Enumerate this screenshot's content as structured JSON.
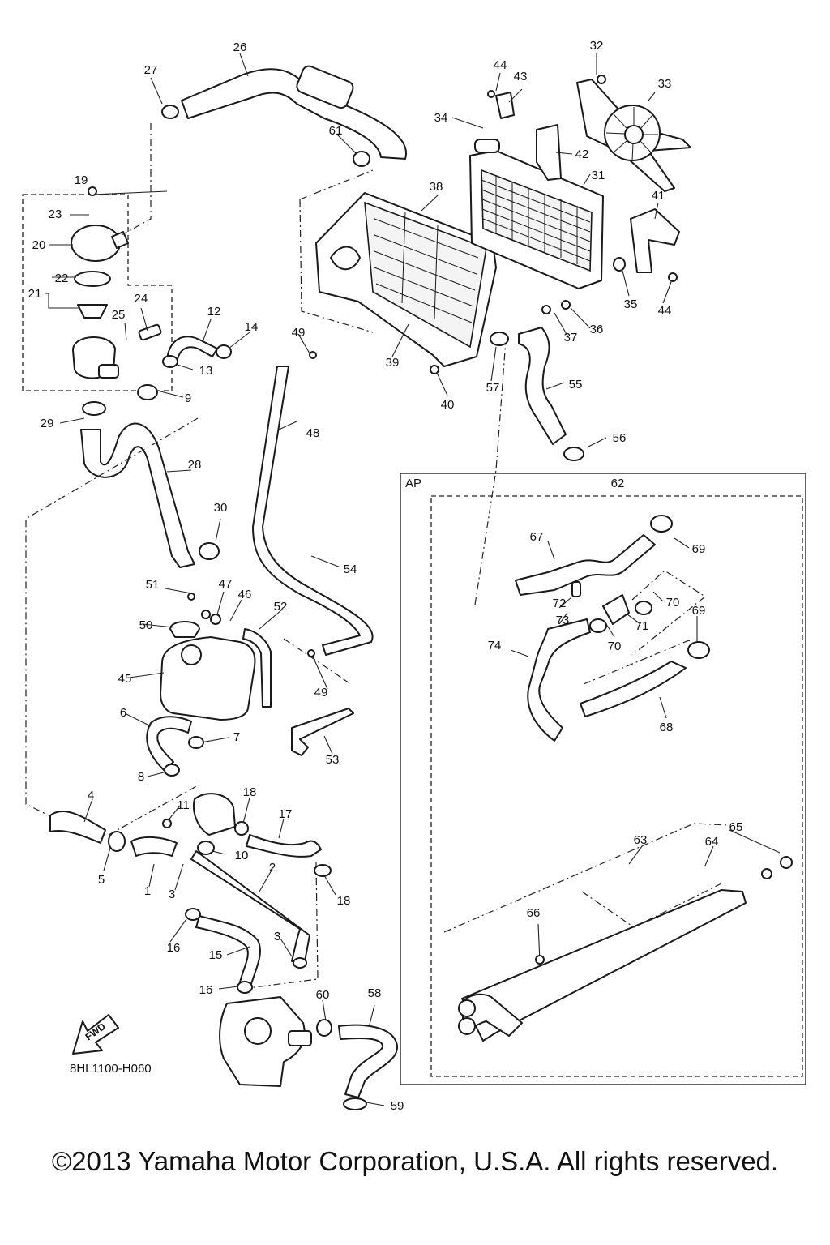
{
  "diagram": {
    "drawing_code": "8HL1100-H060",
    "fwd_label": "FWD",
    "ap_label": "AP",
    "copyright": "©2013 Yamaha Motor Corporation, U.S.A. All rights reserved.",
    "callouts": [
      "1",
      "2",
      "3",
      "3",
      "4",
      "5",
      "6",
      "7",
      "8",
      "9",
      "10",
      "11",
      "12",
      "13",
      "14",
      "15",
      "16",
      "16",
      "17",
      "18",
      "18",
      "19",
      "20",
      "21",
      "22",
      "23",
      "24",
      "25",
      "26",
      "27",
      "28",
      "29",
      "30",
      "31",
      "32",
      "33",
      "34",
      "35",
      "36",
      "37",
      "38",
      "39",
      "40",
      "41",
      "42",
      "43",
      "44",
      "44",
      "45",
      "46",
      "47",
      "48",
      "49",
      "49",
      "50",
      "51",
      "52",
      "53",
      "54",
      "55",
      "56",
      "57",
      "58",
      "59",
      "60",
      "61",
      "62",
      "63",
      "64",
      "65",
      "66",
      "67",
      "68",
      "69",
      "69",
      "70",
      "70",
      "71",
      "72",
      "73",
      "74"
    ]
  }
}
